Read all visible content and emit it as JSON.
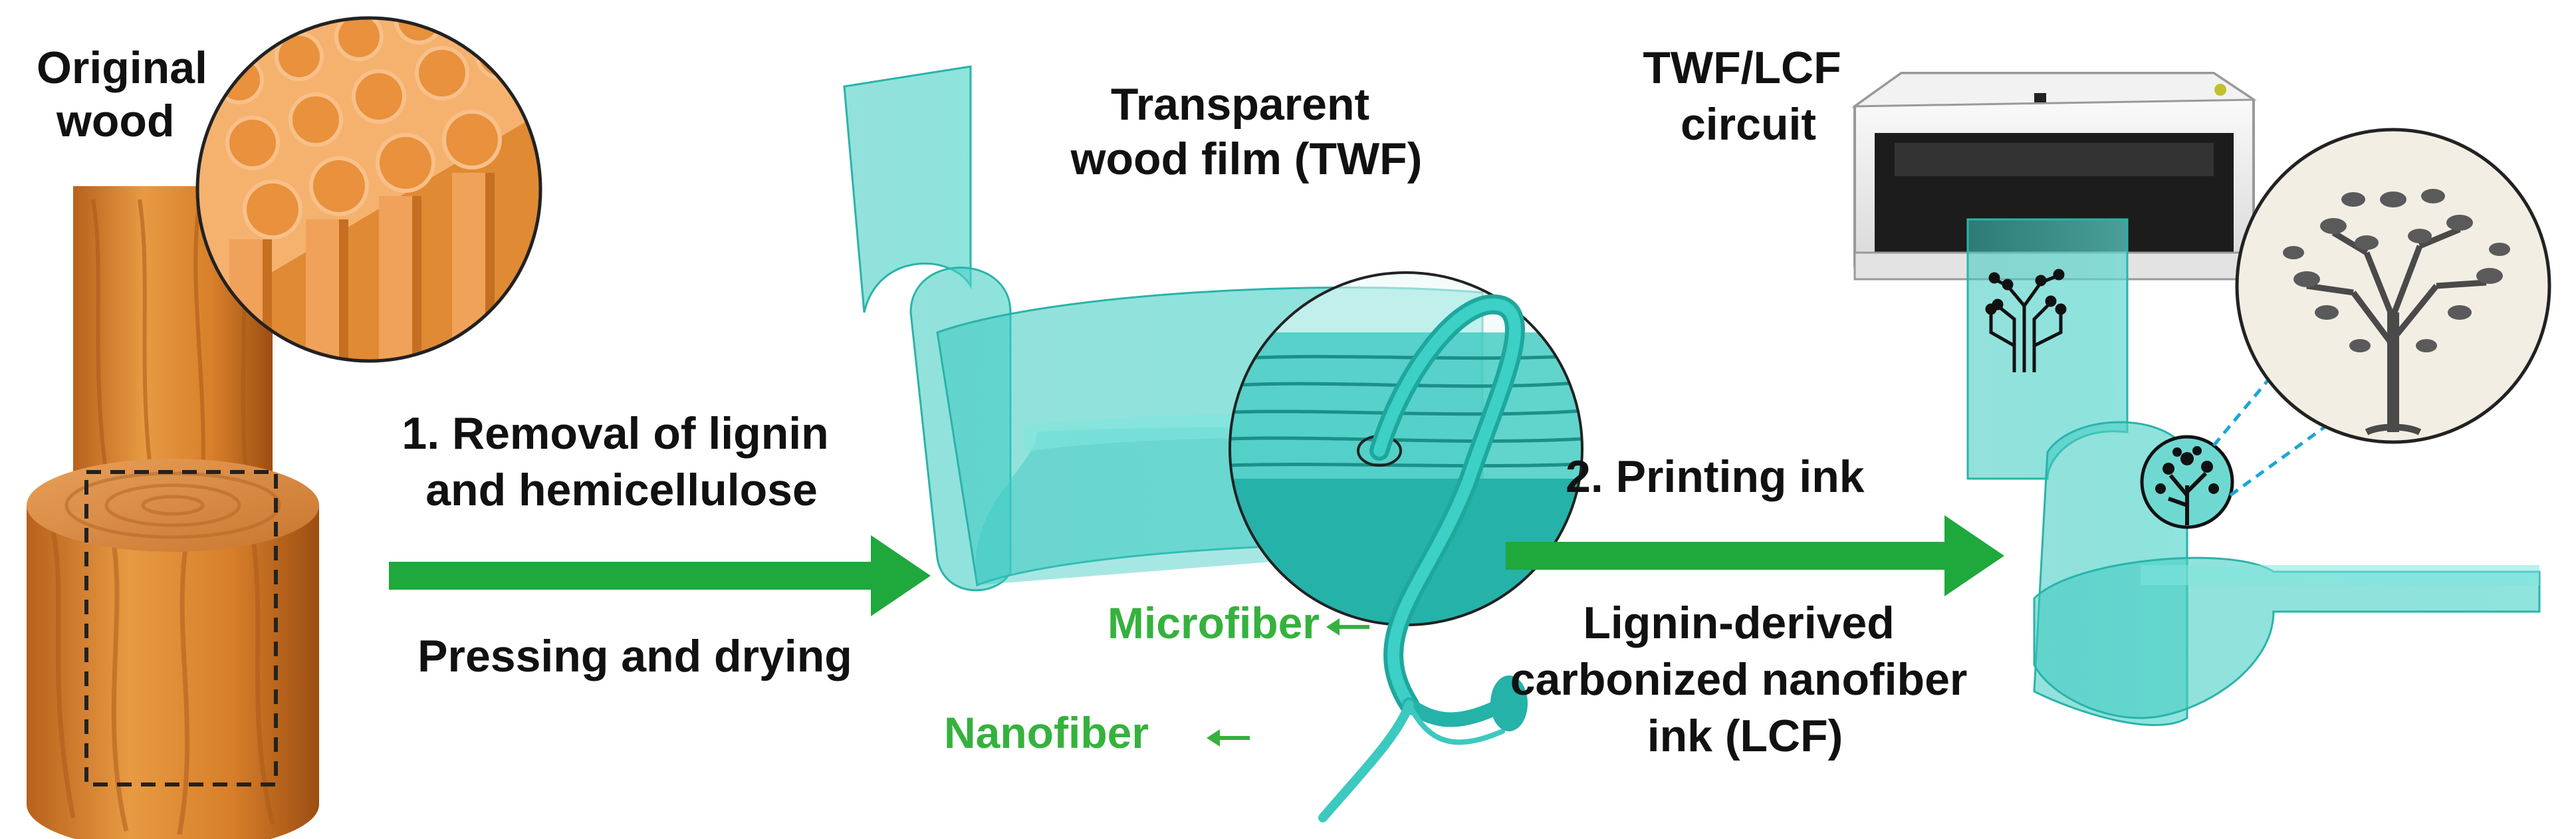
{
  "labels": {
    "original_wood": [
      "Original",
      "wood"
    ],
    "step1": [
      "1. Removal of lignin",
      "and hemicellulose"
    ],
    "pressing": "Pressing and drying",
    "twf": [
      "Transparent",
      "wood film (TWF)"
    ],
    "microfiber": "Microfiber",
    "nanofiber": "Nanofiber",
    "circuit": [
      "TWF/LCF",
      "circuit"
    ],
    "step2": "2. Printing ink",
    "lcf": [
      "Lignin-derived",
      "carbonized nanofiber",
      "ink (LCF)"
    ]
  },
  "colors": {
    "wood": "#d9852b",
    "cell_wall": "#f2a35a",
    "film": "#3cc9c0",
    "arrow": "#1fa83c",
    "fiber_label": "#3dba48",
    "text": "#111111"
  },
  "icons": {
    "wood_block": "wood-log-icon",
    "printer": "printer-icon",
    "tree": "tree-pattern-icon",
    "circuit_tree": "circuit-tree-icon"
  }
}
